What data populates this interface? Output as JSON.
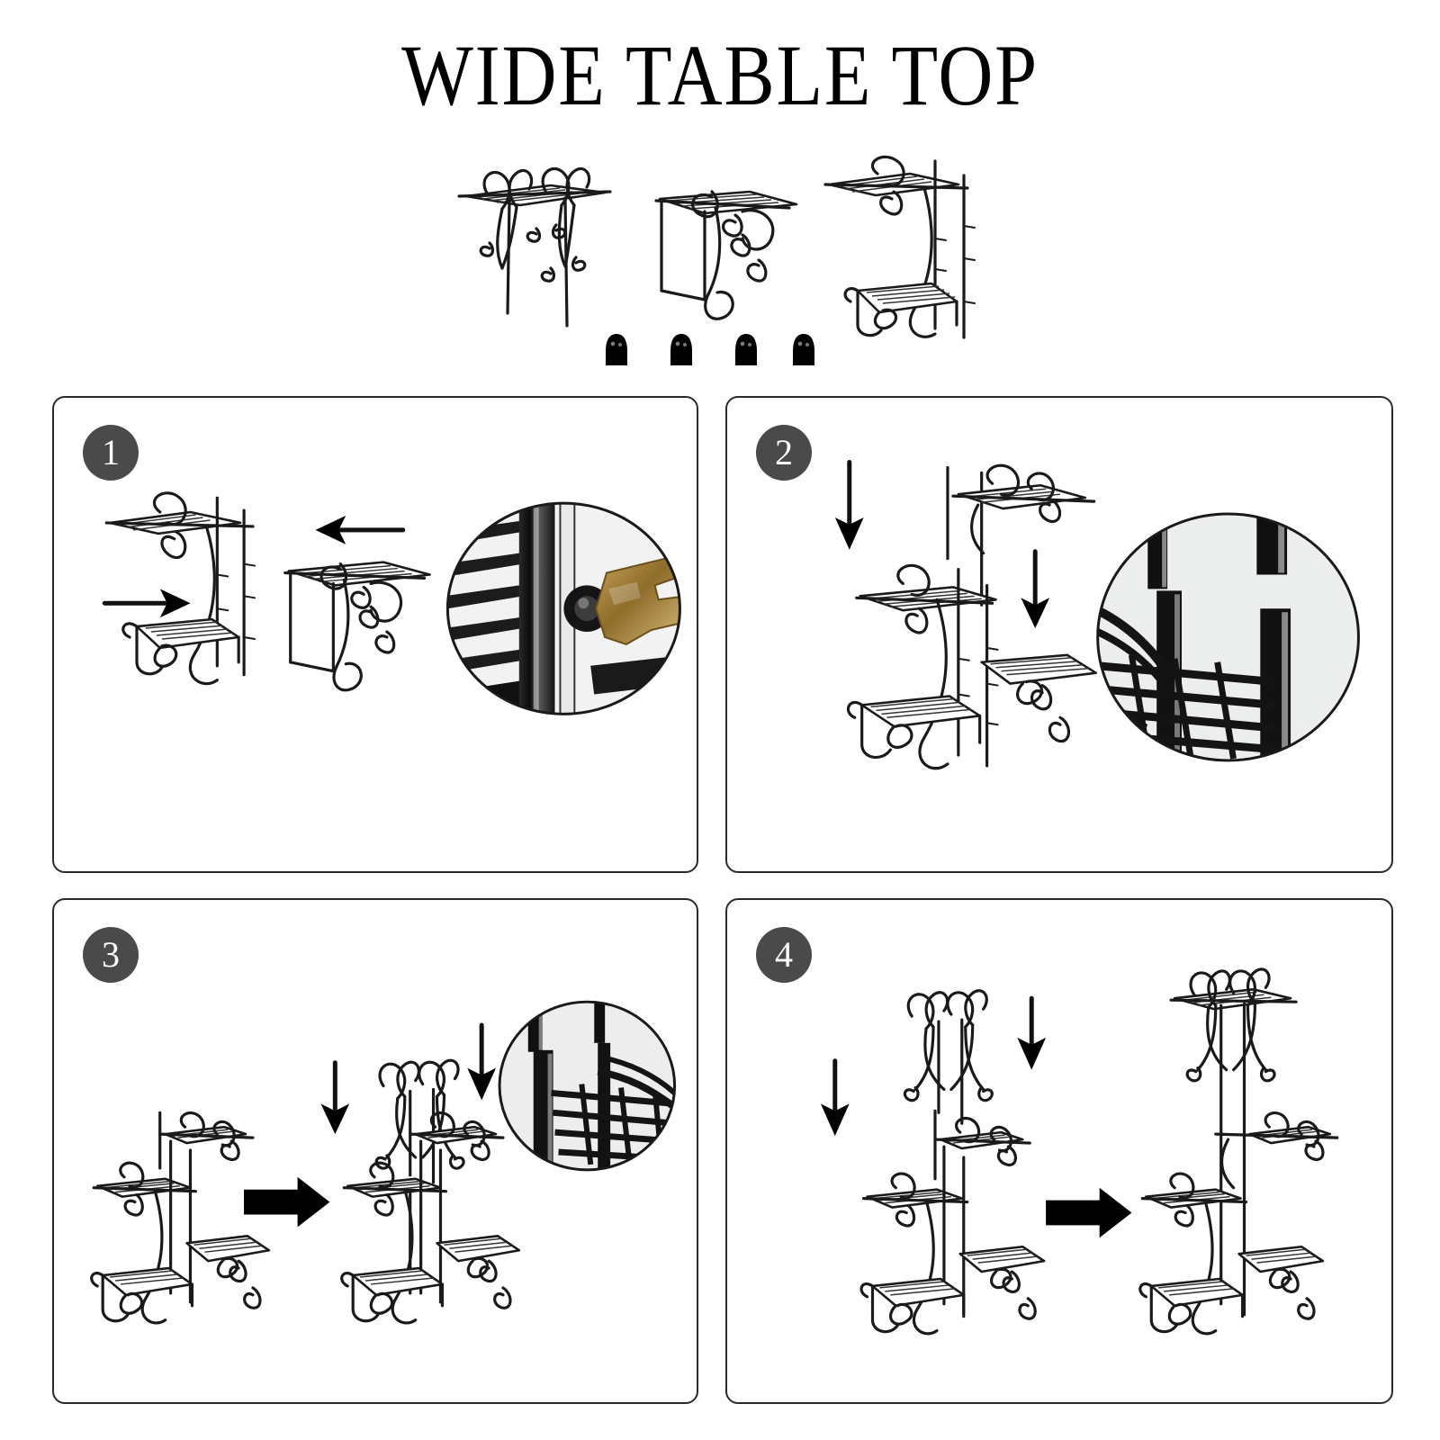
{
  "page": {
    "title": "WIDE TABLE TOP",
    "background_color": "#ffffff",
    "ink_color": "#1a1a1a"
  },
  "parts": {
    "label_visible": false,
    "items": [
      {
        "id": "topper",
        "name": "heart-scroll-top-shelf-unit",
        "shelves": 1,
        "legs": 2,
        "icon": "plant-stand-topper"
      },
      {
        "id": "midframe",
        "name": "middle-shelf-scroll-frame",
        "shelves": 1,
        "legs": 2,
        "icon": "plant-stand-mid-frame"
      },
      {
        "id": "lowframe",
        "name": "lower-two-shelf-scroll-frame",
        "shelves": 2,
        "legs": 2,
        "icon": "plant-stand-lower-frame"
      }
    ],
    "hardware": {
      "name": "rubber-foot-caps",
      "count": 4,
      "color": "#111111"
    }
  },
  "steps": [
    {
      "number": "1",
      "badge_color": "#4a4a4a",
      "arrows": [
        {
          "direction": "right",
          "style": "line",
          "name": "arrow-right-slide-in"
        },
        {
          "direction": "left",
          "style": "line",
          "name": "arrow-left-slide-in"
        }
      ],
      "has_detail_inset": true,
      "detail_inset": {
        "type": "photo",
        "name": "wrench-tightening-bolt-photo",
        "shape": "circle"
      }
    },
    {
      "number": "2",
      "badge_color": "#4a4a4a",
      "arrows": [
        {
          "direction": "down",
          "style": "line",
          "name": "arrow-down-left"
        },
        {
          "direction": "down",
          "style": "line",
          "name": "arrow-down-right"
        }
      ],
      "has_detail_inset": true,
      "detail_inset": {
        "type": "photo",
        "name": "tube-shelf-joint-photo",
        "shape": "circle"
      }
    },
    {
      "number": "3",
      "badge_color": "#4a4a4a",
      "arrows": [
        {
          "direction": "down",
          "style": "line",
          "name": "arrow-down-topper-drop"
        },
        {
          "direction": "right",
          "style": "block",
          "name": "arrow-right-result"
        },
        {
          "direction": "down",
          "style": "line",
          "name": "arrow-down-detail"
        }
      ],
      "has_detail_inset": true,
      "detail_inset": {
        "type": "photo",
        "name": "post-slot-shelf-joint-photo",
        "shape": "circle"
      }
    },
    {
      "number": "4",
      "badge_color": "#4a4a4a",
      "arrows": [
        {
          "direction": "down",
          "style": "line",
          "name": "arrow-down-left-assembly"
        },
        {
          "direction": "down",
          "style": "line",
          "name": "arrow-down-topper"
        },
        {
          "direction": "right",
          "style": "block",
          "name": "arrow-right-final-result"
        }
      ],
      "has_detail_inset": false,
      "detail_inset": null
    }
  ]
}
